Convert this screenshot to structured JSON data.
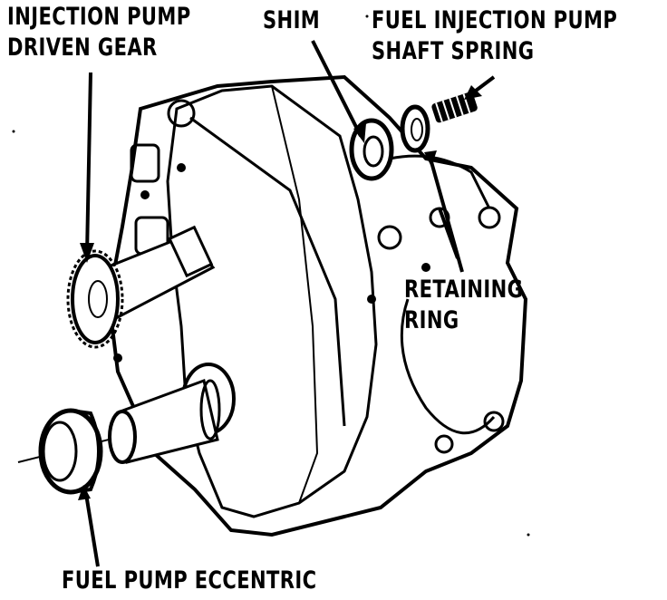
{
  "callouts": {
    "injection_pump_driven_gear": {
      "line1": "INJECTION PUMP",
      "line2": "DRIVEN GEAR"
    },
    "shim": {
      "line1": "SHIM"
    },
    "fuel_injection_pump_shaft_spring": {
      "line1": "FUEL INJECTION PUMP",
      "line2": "SHAFT SPRING"
    },
    "retaining_ring": {
      "line1": "RETAINING",
      "line2": "RING"
    },
    "fuel_pump_eccentric": {
      "line1": "FUEL PUMP ECCENTRIC"
    }
  },
  "colors": {
    "ink": "#000000",
    "paper": "#ffffff"
  }
}
